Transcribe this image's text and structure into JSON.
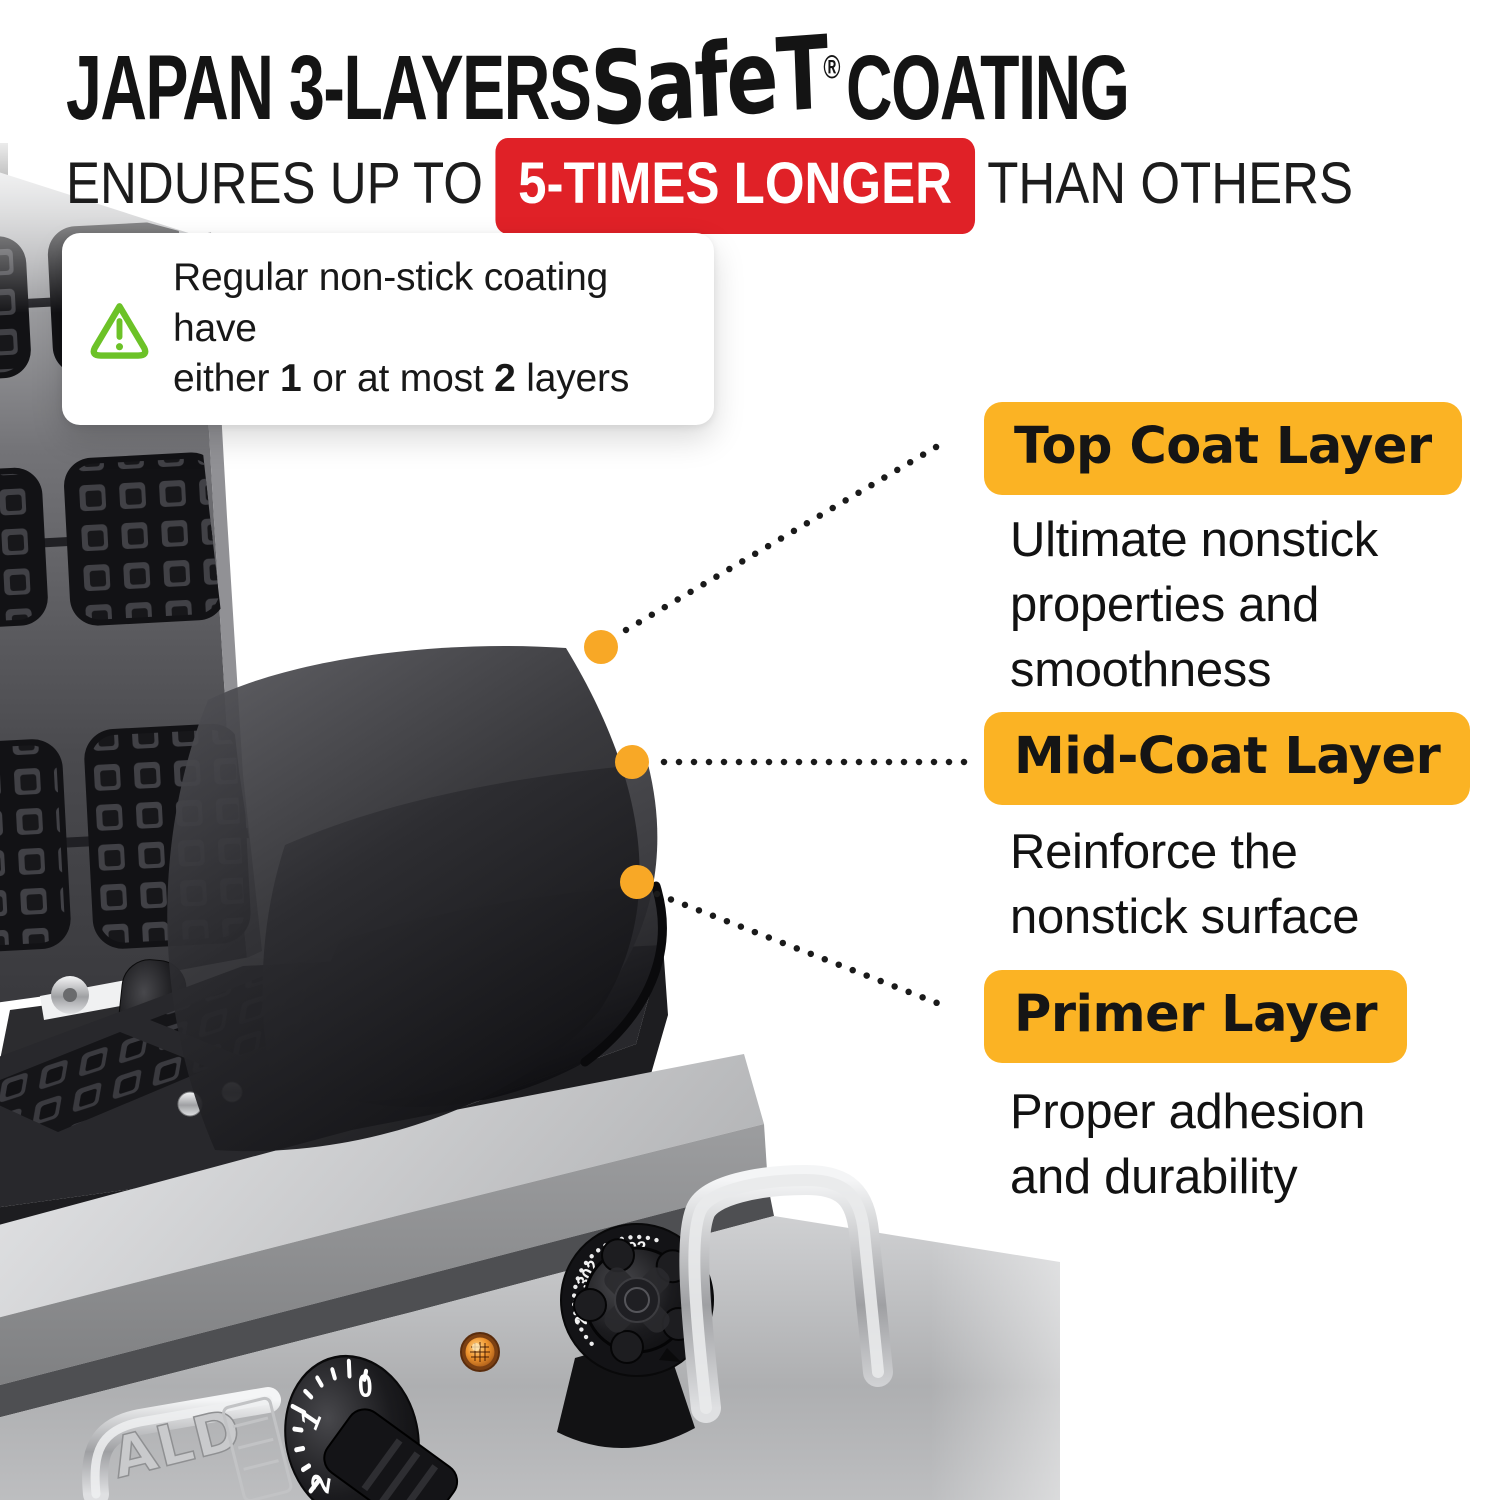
{
  "page": {
    "background": "#ffffff"
  },
  "header": {
    "title_part1": "JAPAN 3-LAYERS",
    "brand_wordmark": "SafeT",
    "registered_mark": "®",
    "title_part2": "COATING",
    "subtitle_prefix": "ENDURES UP TO",
    "subtitle_highlight": "5-TIMES LONGER",
    "subtitle_suffix": "THAN OTHERS"
  },
  "warning_note": {
    "line1": "Regular non-stick coating have",
    "line2_part1": "either ",
    "line2_bold1": "1",
    "line2_part2": " or at most ",
    "line2_bold2": "2",
    "line2_part3": " layers"
  },
  "callouts": [
    {
      "label": "Top Coat Layer",
      "description": "Ultimate nonstick properties and smoothness"
    },
    {
      "label": "Mid-Coat Layer",
      "description": "Reinforce the nonstick surface"
    },
    {
      "label": "Primer Layer",
      "description": "Proper adhesion and durability"
    }
  ],
  "product": {
    "description": "Commercial waffle maker with open plates showing three peeling non-stick coating layers",
    "temperature_dial_labels": [
      "212",
      "302",
      "392"
    ],
    "timer_dial_labels": [
      "0",
      "1",
      "2"
    ],
    "brand_emboss": "ALD"
  },
  "colors": {
    "highlight_red": "#E02127",
    "label_orange": "#FBB324",
    "dot_orange": "#F8A826",
    "warning_green": "#6CC227",
    "title_black": "#141414"
  }
}
